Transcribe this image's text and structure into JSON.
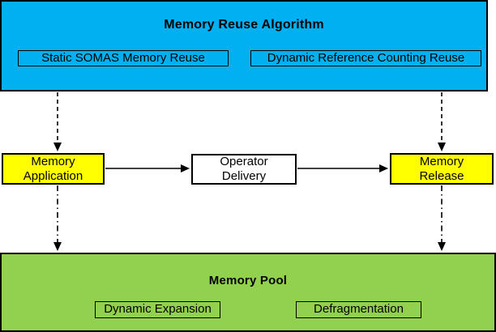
{
  "colors": {
    "algorithm_bg": "#00B0F0",
    "pool_bg": "#92D050",
    "node_yellow": "#FFFF00",
    "node_white": "#FFFFFF",
    "line": "#000000"
  },
  "sections": {
    "algorithm": {
      "title": "Memory Reuse Algorithm",
      "items": [
        "Static SOMAS Memory Reuse",
        "Dynamic Reference Counting Reuse"
      ]
    },
    "pool": {
      "title": "Memory Pool",
      "items": [
        "Dynamic Expansion",
        "Defragmentation"
      ]
    }
  },
  "nodes": {
    "memory_application": "Memory Application",
    "operator_delivery": "Operator Delivery",
    "memory_release": "Memory Release"
  }
}
